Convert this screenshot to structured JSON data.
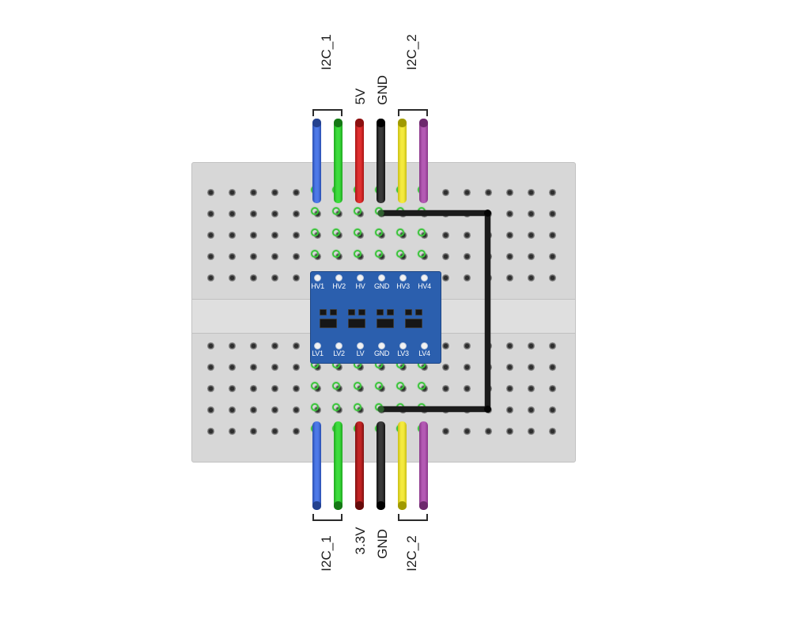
{
  "diagram": {
    "module": {
      "name": "bidirectional-logic-level-converter",
      "board_color": "#2b5fae",
      "pin_label_color": "#ffffff",
      "top_labels": [
        "HV1",
        "HV2",
        "HV",
        "GND",
        "HV3",
        "HV4"
      ],
      "bottom_labels": [
        "LV1",
        "LV2",
        "LV",
        "GND",
        "LV3",
        "LV4"
      ]
    },
    "labels": {
      "top_i2c1": "I2C_1",
      "top_5v": "5V",
      "top_gnd": "GND",
      "top_i2c2": "I2C_2",
      "bottom_i2c1": "I2C_1",
      "bottom_33v": "3.3V",
      "bottom_gnd": "GND",
      "bottom_i2c2": "I2C_2"
    },
    "ring_color": "#3cc53c",
    "jumper_color": "#1b1b1b",
    "wires": [
      {
        "name": "blue",
        "top": {
          "core": "#4d79e8",
          "edge": "#2a4fb0",
          "tip": "#23418f"
        },
        "bottom": {
          "core": "#4d79e8",
          "edge": "#2a4fb0",
          "tip": "#23418f"
        }
      },
      {
        "name": "green",
        "top": {
          "core": "#3ddc3d",
          "edge": "#1fa81f",
          "tip": "#157815"
        },
        "bottom": {
          "core": "#3ddc3d",
          "edge": "#1fa81f",
          "tip": "#157815"
        }
      },
      {
        "name": "red",
        "top": {
          "core": "#e03030",
          "edge": "#a81414",
          "tip": "#8c1010"
        },
        "bottom": {
          "core": "#c22424",
          "edge": "#7e1010",
          "tip": "#660b0b"
        }
      },
      {
        "name": "black",
        "top": {
          "core": "#3a3a3a",
          "edge": "#121212",
          "tip": "#000000"
        },
        "bottom": {
          "core": "#3a3a3a",
          "edge": "#121212",
          "tip": "#000000"
        }
      },
      {
        "name": "yellow",
        "top": {
          "core": "#f4ea3e",
          "edge": "#c9be12",
          "tip": "#a09a00"
        },
        "bottom": {
          "core": "#f4ea3e",
          "edge": "#c9be12",
          "tip": "#a09a00"
        }
      },
      {
        "name": "purple",
        "top": {
          "core": "#b45ab4",
          "edge": "#8a378a",
          "tip": "#6d286d"
        },
        "bottom": {
          "core": "#b45ab4",
          "edge": "#8a378a",
          "tip": "#6d286d"
        }
      }
    ]
  }
}
